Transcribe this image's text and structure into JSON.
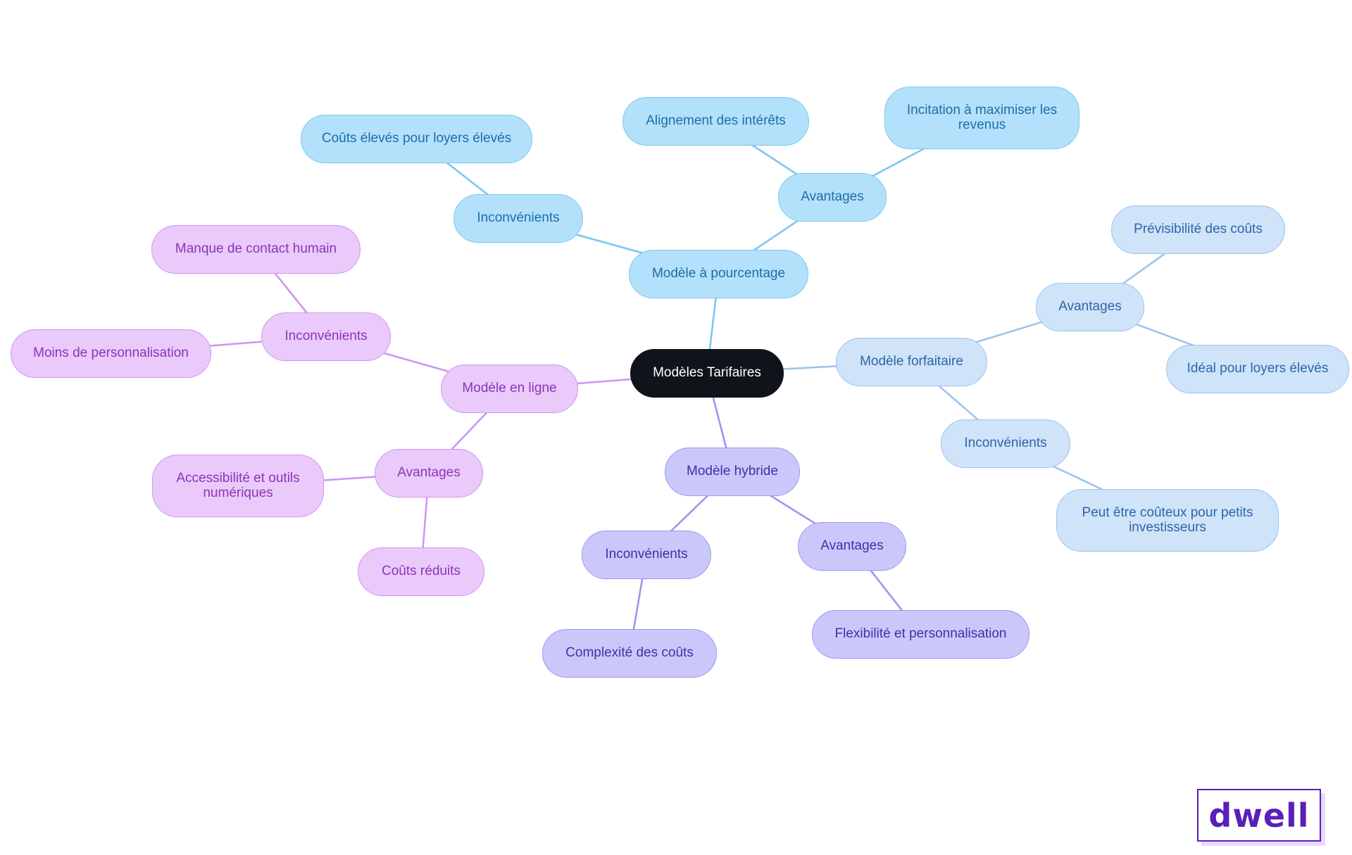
{
  "mindmap": {
    "root": {
      "label": "Modèles Tarifaires"
    },
    "colors": {
      "pourcentage": "#7cc7ef",
      "forfaitaire": "#9cc4ee",
      "hybride": "#9c97ef",
      "en_ligne": "#cf96f0"
    },
    "pourcentage": {
      "label": "Modèle à pourcentage",
      "avantages": {
        "label": "Avantages",
        "items": [
          "Alignement des intérêts",
          "Incitation à maximiser les revenus"
        ]
      },
      "inconvenients": {
        "label": "Inconvénients",
        "items": [
          "Coûts élevés pour loyers élevés"
        ]
      }
    },
    "forfaitaire": {
      "label": "Modèle forfaitaire",
      "avantages": {
        "label": "Avantages",
        "items": [
          "Prévisibilité des coûts",
          "Idéal pour loyers élevés"
        ]
      },
      "inconvenients": {
        "label": "Inconvénients",
        "items": [
          "Peut être coûteux pour petits investisseurs"
        ]
      }
    },
    "hybride": {
      "label": "Modèle hybride",
      "avantages": {
        "label": "Avantages",
        "items": [
          "Flexibilité et personnalisation"
        ]
      },
      "inconvenients": {
        "label": "Inconvénients",
        "items": [
          "Complexité des coûts"
        ]
      }
    },
    "en_ligne": {
      "label": "Modèle en ligne",
      "avantages": {
        "label": "Avantages",
        "items": [
          "Accessibilité et outils numériques",
          "Coûts réduits"
        ]
      },
      "inconvenients": {
        "label": "Inconvénients",
        "items": [
          "Manque de contact humain",
          "Moins de personnalisation"
        ]
      }
    }
  },
  "logo": {
    "text": "dwell"
  }
}
